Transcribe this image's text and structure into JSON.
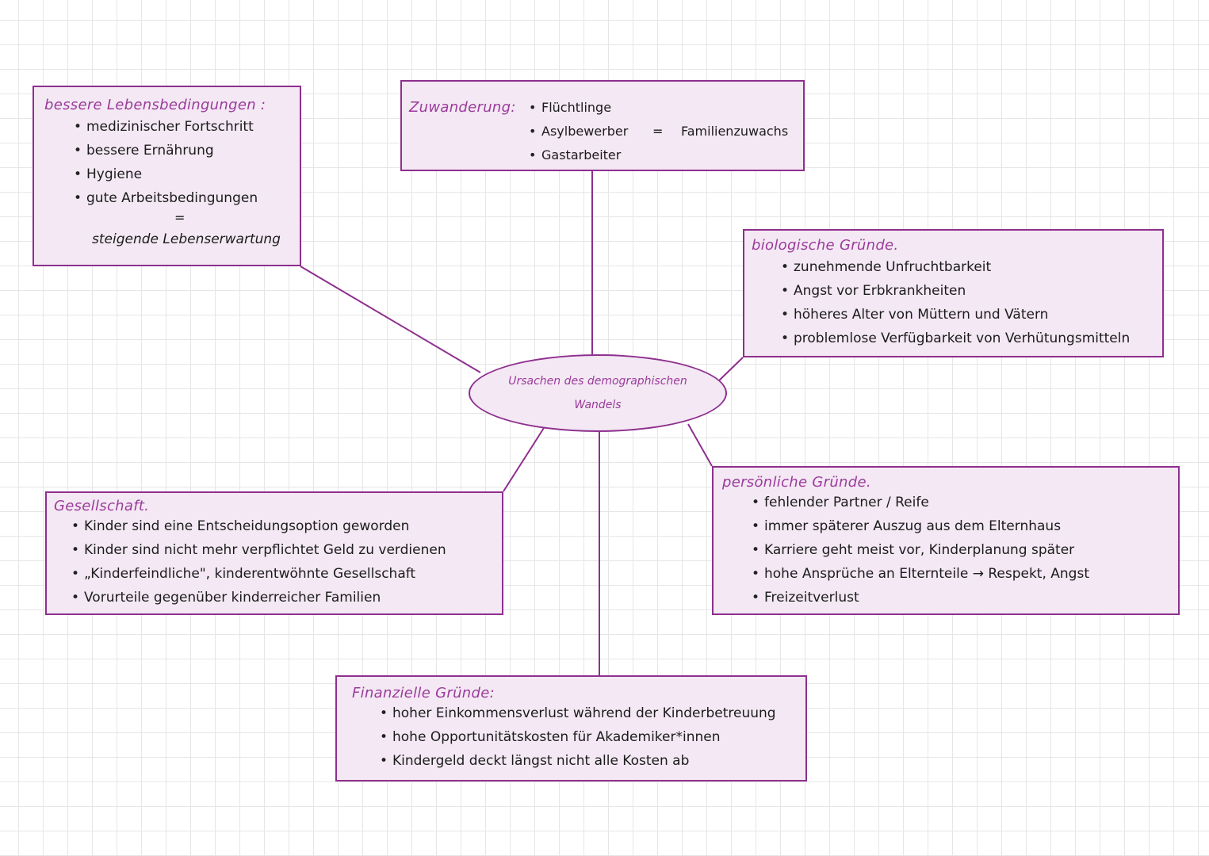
{
  "center": {
    "line1": "Ursachen des demographischen",
    "line2": "Wandels"
  },
  "lebensbedingungen": {
    "title": "bessere Lebensbedingungen :",
    "items": [
      "medizinischer Fortschritt",
      "bessere Ernährung",
      "Hygiene",
      "gute Arbeitsbedingungen"
    ],
    "equals": "=",
    "result": "steigende Lebenserwartung"
  },
  "zuwanderung": {
    "title": "Zuwanderung:",
    "items": [
      "Flüchtlinge",
      "Asylbewerber",
      "Gastarbeiter"
    ],
    "equals": "=",
    "result": "Familienzuwachs"
  },
  "biologisch": {
    "title": "biologische Gründe.",
    "items": [
      "zunehmende Unfruchtbarkeit",
      "Angst vor Erbkrankheiten",
      "höheres Alter von Müttern und Vätern",
      "problemlose Verfügbarkeit von Verhütungsmitteln"
    ]
  },
  "gesellschaft": {
    "title": "Gesellschaft.",
    "items": [
      "Kinder sind eine Entscheidungsoption geworden",
      "Kinder sind nicht mehr verpflichtet Geld zu verdienen",
      "„Kinderfeindliche\", kinderentwöhnte Gesellschaft",
      "Vorurteile gegenüber kinderreicher Familien"
    ]
  },
  "persoenlich": {
    "title": "persönliche Gründe.",
    "items": [
      "fehlender Partner / Reife",
      "immer späterer Auszug aus dem Elternhaus",
      "Karriere geht meist vor, Kinderplanung später",
      "hohe Ansprüche an Elternteile → Respekt, Angst",
      "Freizeitverlust"
    ]
  },
  "finanziell": {
    "title": "Finanzielle Gründe:",
    "items": [
      "hoher Einkommensverlust während der Kinderbetreuung",
      "hohe Opportunitätskosten für Akademiker*innen",
      "Kindergeld deckt längst nicht alle Kosten ab"
    ]
  }
}
